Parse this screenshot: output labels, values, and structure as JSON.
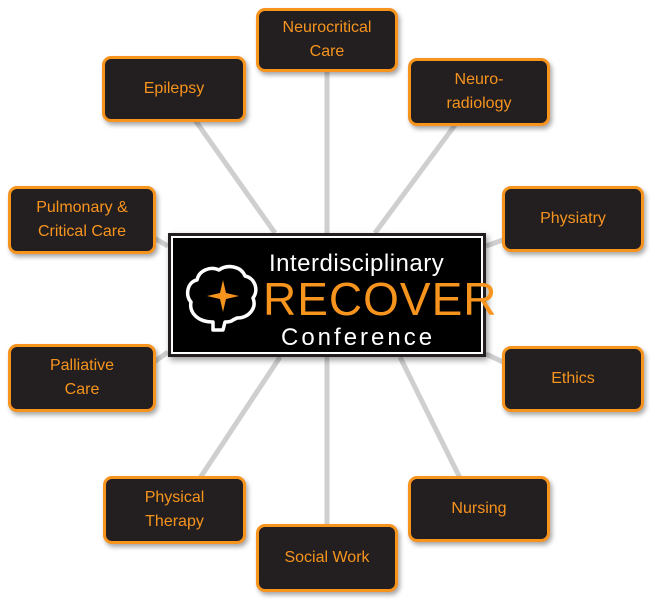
{
  "center": {
    "line1": "Interdisciplinary",
    "line2": "RECOVER",
    "line3": "Conference"
  },
  "nodes": [
    {
      "label": "Neurocritical\nCare"
    },
    {
      "label": "Neuro-\nradiology"
    },
    {
      "label": "Physiatry"
    },
    {
      "label": "Ethics"
    },
    {
      "label": "Nursing"
    },
    {
      "label": "Social Work"
    },
    {
      "label": "Physical\nTherapy"
    },
    {
      "label": "Palliative\nCare"
    },
    {
      "label": "Pulmonary &\nCritical Care"
    },
    {
      "label": "Epilepsy"
    }
  ],
  "colors": {
    "accent": "#f7941d",
    "box_fill": "#231f20",
    "center_fill": "#000000",
    "connector": "#cfcfcf"
  },
  "icons": {
    "center": "brain-icon"
  }
}
